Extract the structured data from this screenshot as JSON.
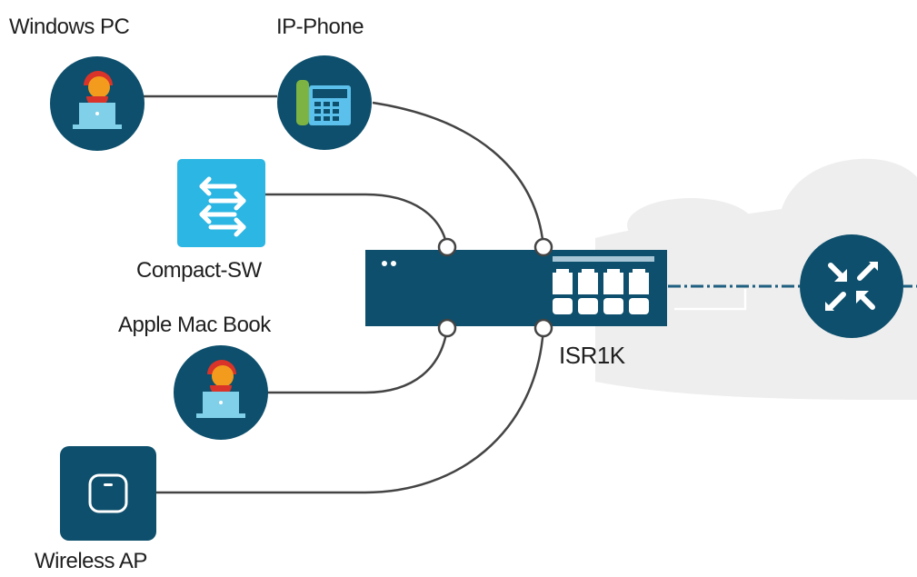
{
  "nodes": {
    "windows_pc": {
      "label": "Windows PC",
      "icon": "person-laptop-icon"
    },
    "ip_phone": {
      "label": "IP-Phone",
      "icon": "desk-phone-icon"
    },
    "compact_sw": {
      "label": "Compact-SW",
      "icon": "switch-arrows-icon"
    },
    "apple_mac_book": {
      "label": "Apple Mac Book",
      "icon": "person-laptop-icon"
    },
    "isr1k": {
      "label": "ISR1K",
      "icon": "router-chassis-icon"
    },
    "wireless_ap": {
      "label": "Wireless AP",
      "icon": "access-point-icon"
    },
    "wan_router": {
      "label": "",
      "icon": "router-arrows-icon"
    }
  },
  "colors": {
    "navy": "#0d4f6c",
    "navy_dark": "#0a3e56",
    "switch_cyan": "#2cb6e3",
    "cloud_gray": "#eeeeee",
    "link_gray": "#444444",
    "wan_link": "#1f5f80",
    "person_orange": "#f29b1d",
    "person_red": "#d9332a",
    "laptop_teal": "#7fd0e8",
    "phone_green": "#7cb342",
    "phone_blue": "#5bc0eb"
  }
}
